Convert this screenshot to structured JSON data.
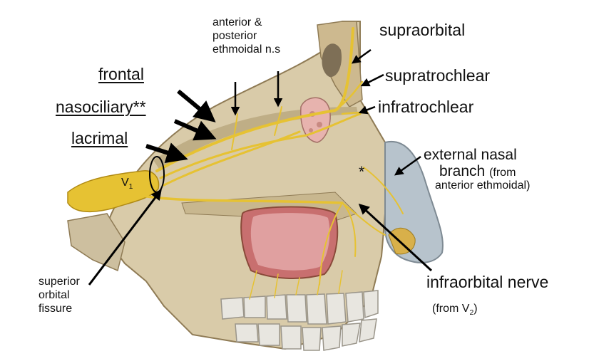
{
  "labels": {
    "anterior_line1": "anterior &",
    "anterior_line2": "posterior",
    "anterior_line3": "ethmoidal n.s",
    "supraorbital": "supraorbital",
    "frontal": "frontal",
    "supratrochlear": "supratrochlear",
    "nasociliary": "nasociliary**",
    "infratrochlear": "infratrochlear",
    "lacrimal": "lacrimal",
    "external_line1": "external nasal",
    "external_line2": "branch",
    "external_from": "(from",
    "external_line3": "anterior ethmoidal)",
    "v1_letter": "V",
    "v1_sub": "1",
    "asterisk": "*",
    "superior_line1": "superior",
    "superior_line2": "orbital",
    "superior_line3": "fissure",
    "infraorbital": "infraorbital nerve",
    "from_v2_prefix": "(from V",
    "from_v2_sub": "2",
    "from_v2_suffix": ")"
  },
  "colors": {
    "bone": "#d9cba9",
    "bone_dark": "#a8946c",
    "nerve": "#e6c233",
    "nerve_dark": "#b08a14",
    "sinus_pink": "#d98c8c",
    "gland": "#e7b3ae",
    "nose_skin": "#b7c3cc",
    "teeth": "#e8e6e0",
    "arrow": "#000000"
  }
}
